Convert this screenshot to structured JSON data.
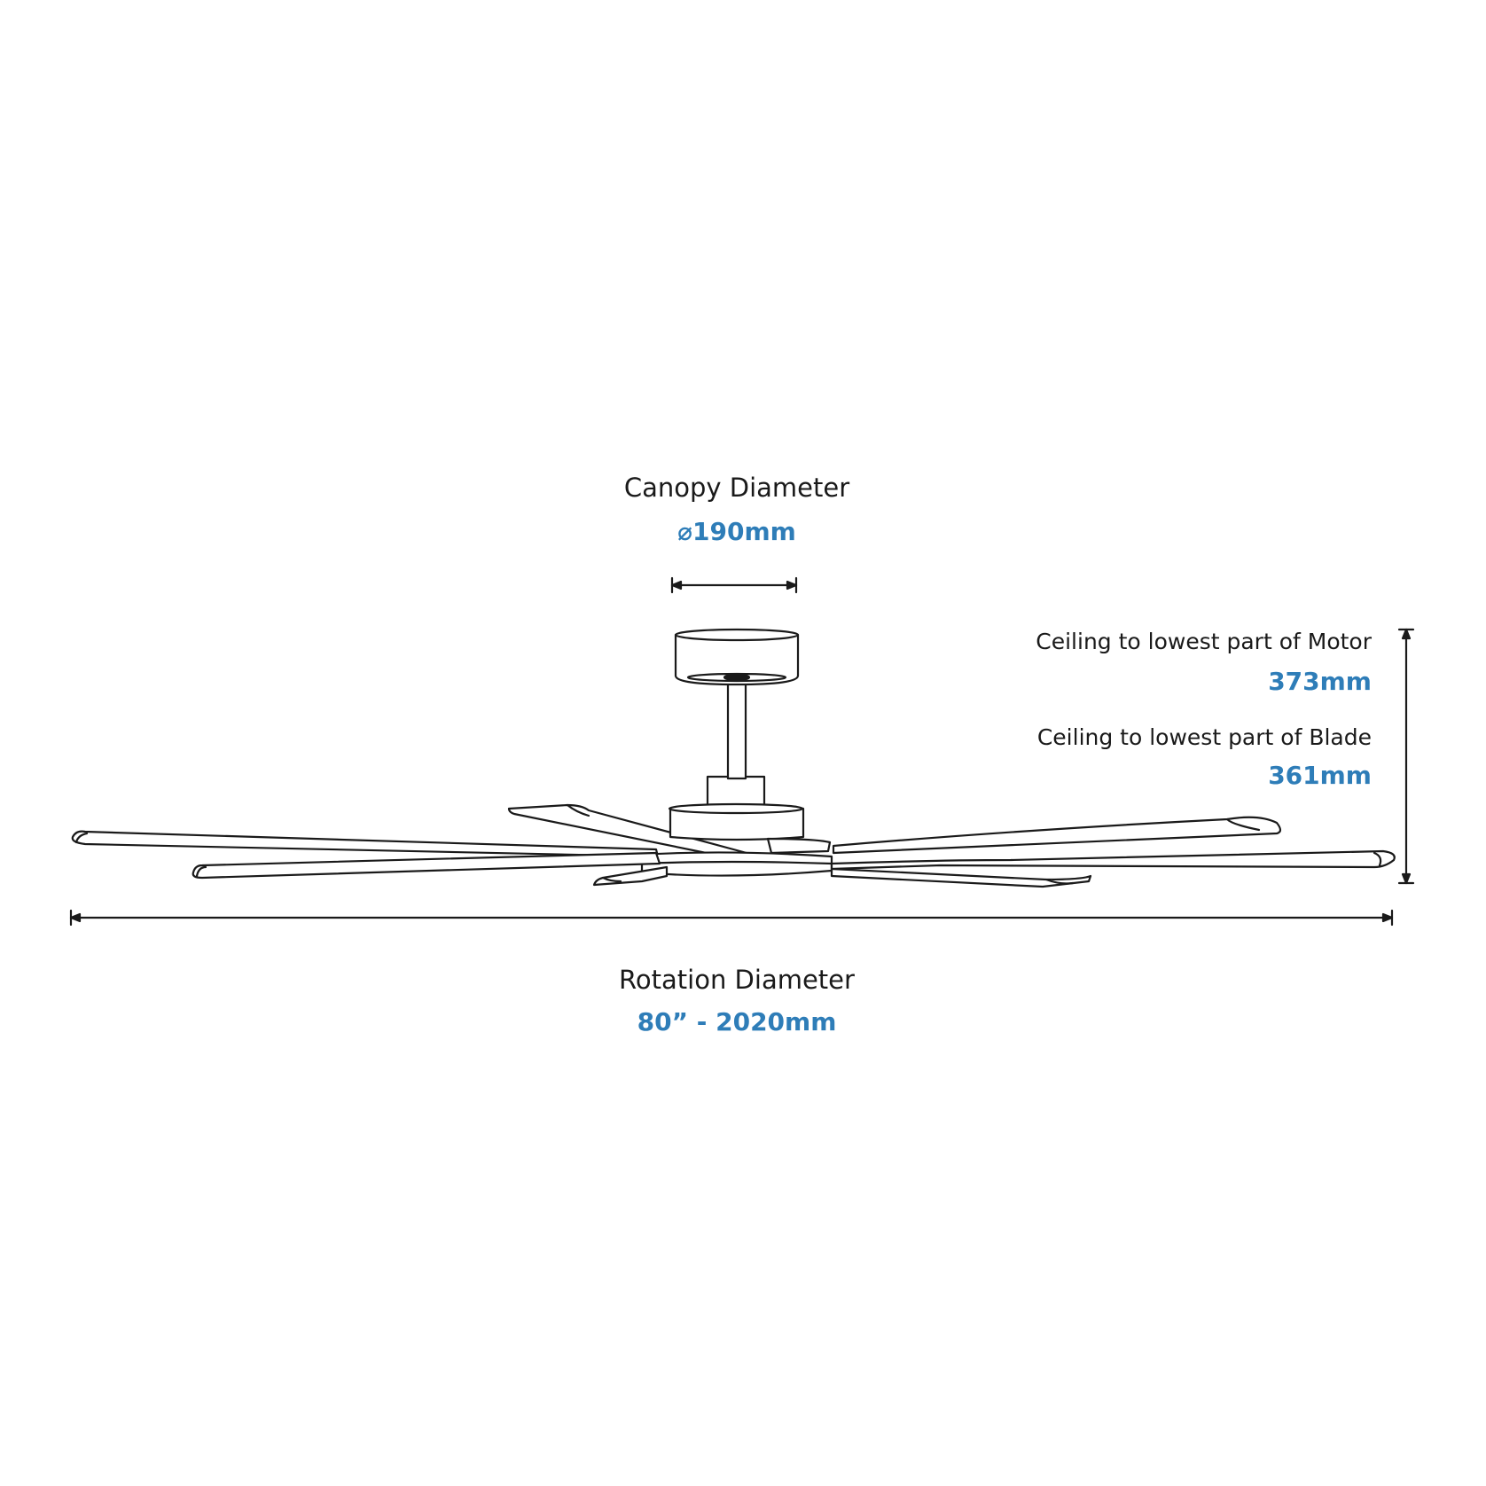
{
  "colors": {
    "line": "#1a1a1a",
    "value": "#2e7db8",
    "background": "#ffffff"
  },
  "canopy": {
    "label": "Canopy Diameter",
    "value": "⌀190mm"
  },
  "motor_height": {
    "label": "Ceiling to lowest part of Motor",
    "value": "373mm"
  },
  "blade_height": {
    "label": "Ceiling to lowest part of Blade",
    "value": "361mm"
  },
  "rotation": {
    "label": "Rotation Diameter",
    "value": "80” - 2020mm"
  }
}
